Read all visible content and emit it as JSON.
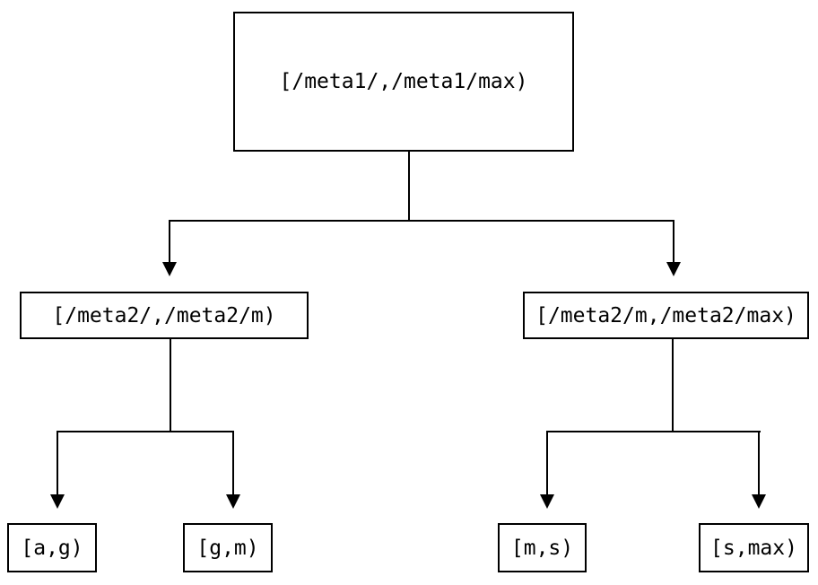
{
  "diagram_type": "binary-tree",
  "colors": {
    "background": "#ffffff",
    "line": "#000000",
    "box_border": "#000000",
    "text": "#000000"
  },
  "tree": {
    "label": "[/meta1/,/meta1/max)",
    "children": [
      {
        "label": "[/meta2/,/meta2/m)",
        "children": [
          {
            "label": "[a,g)"
          },
          {
            "label": "[g,m)"
          }
        ]
      },
      {
        "label": "[/meta2/m,/meta2/max)",
        "children": [
          {
            "label": "[m,s)"
          },
          {
            "label": "[s,max)"
          }
        ]
      }
    ]
  }
}
